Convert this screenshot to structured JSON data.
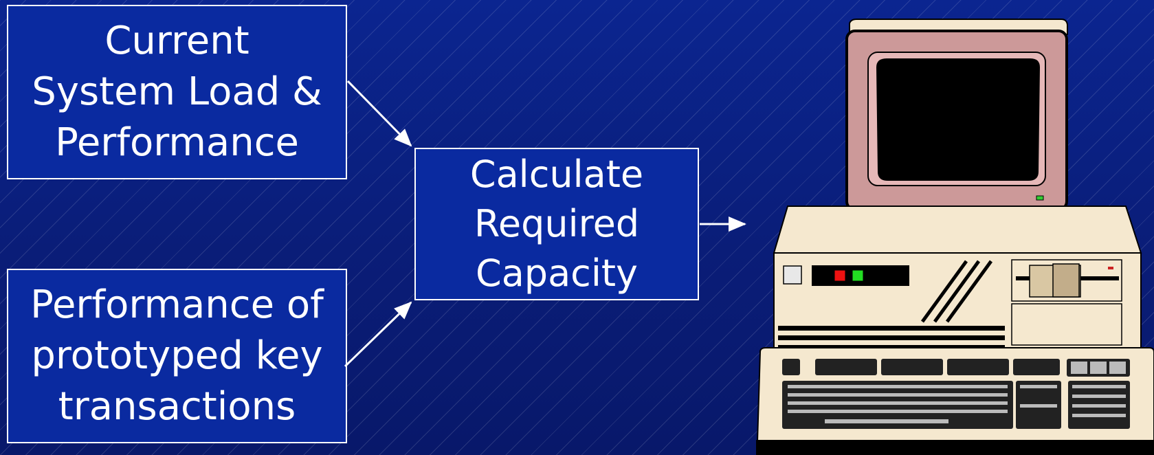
{
  "diagram": {
    "boxes": {
      "current_load": {
        "lines": [
          "Current",
          "System Load &",
          "Performance"
        ]
      },
      "prototyped": {
        "lines": [
          "Performance of",
          "prototyped key",
          "transactions"
        ]
      },
      "calculate": {
        "lines": [
          "Calculate",
          "Required",
          "Capacity"
        ]
      }
    },
    "illustration": "desktop-computer-clipart",
    "colors": {
      "background": "#0a1f7e",
      "box_fill": "#0a2aa0",
      "box_border": "#ffffff",
      "text": "#ffffff",
      "monitor_bezel": "#cc9999",
      "case": "#f5e8cf"
    }
  }
}
